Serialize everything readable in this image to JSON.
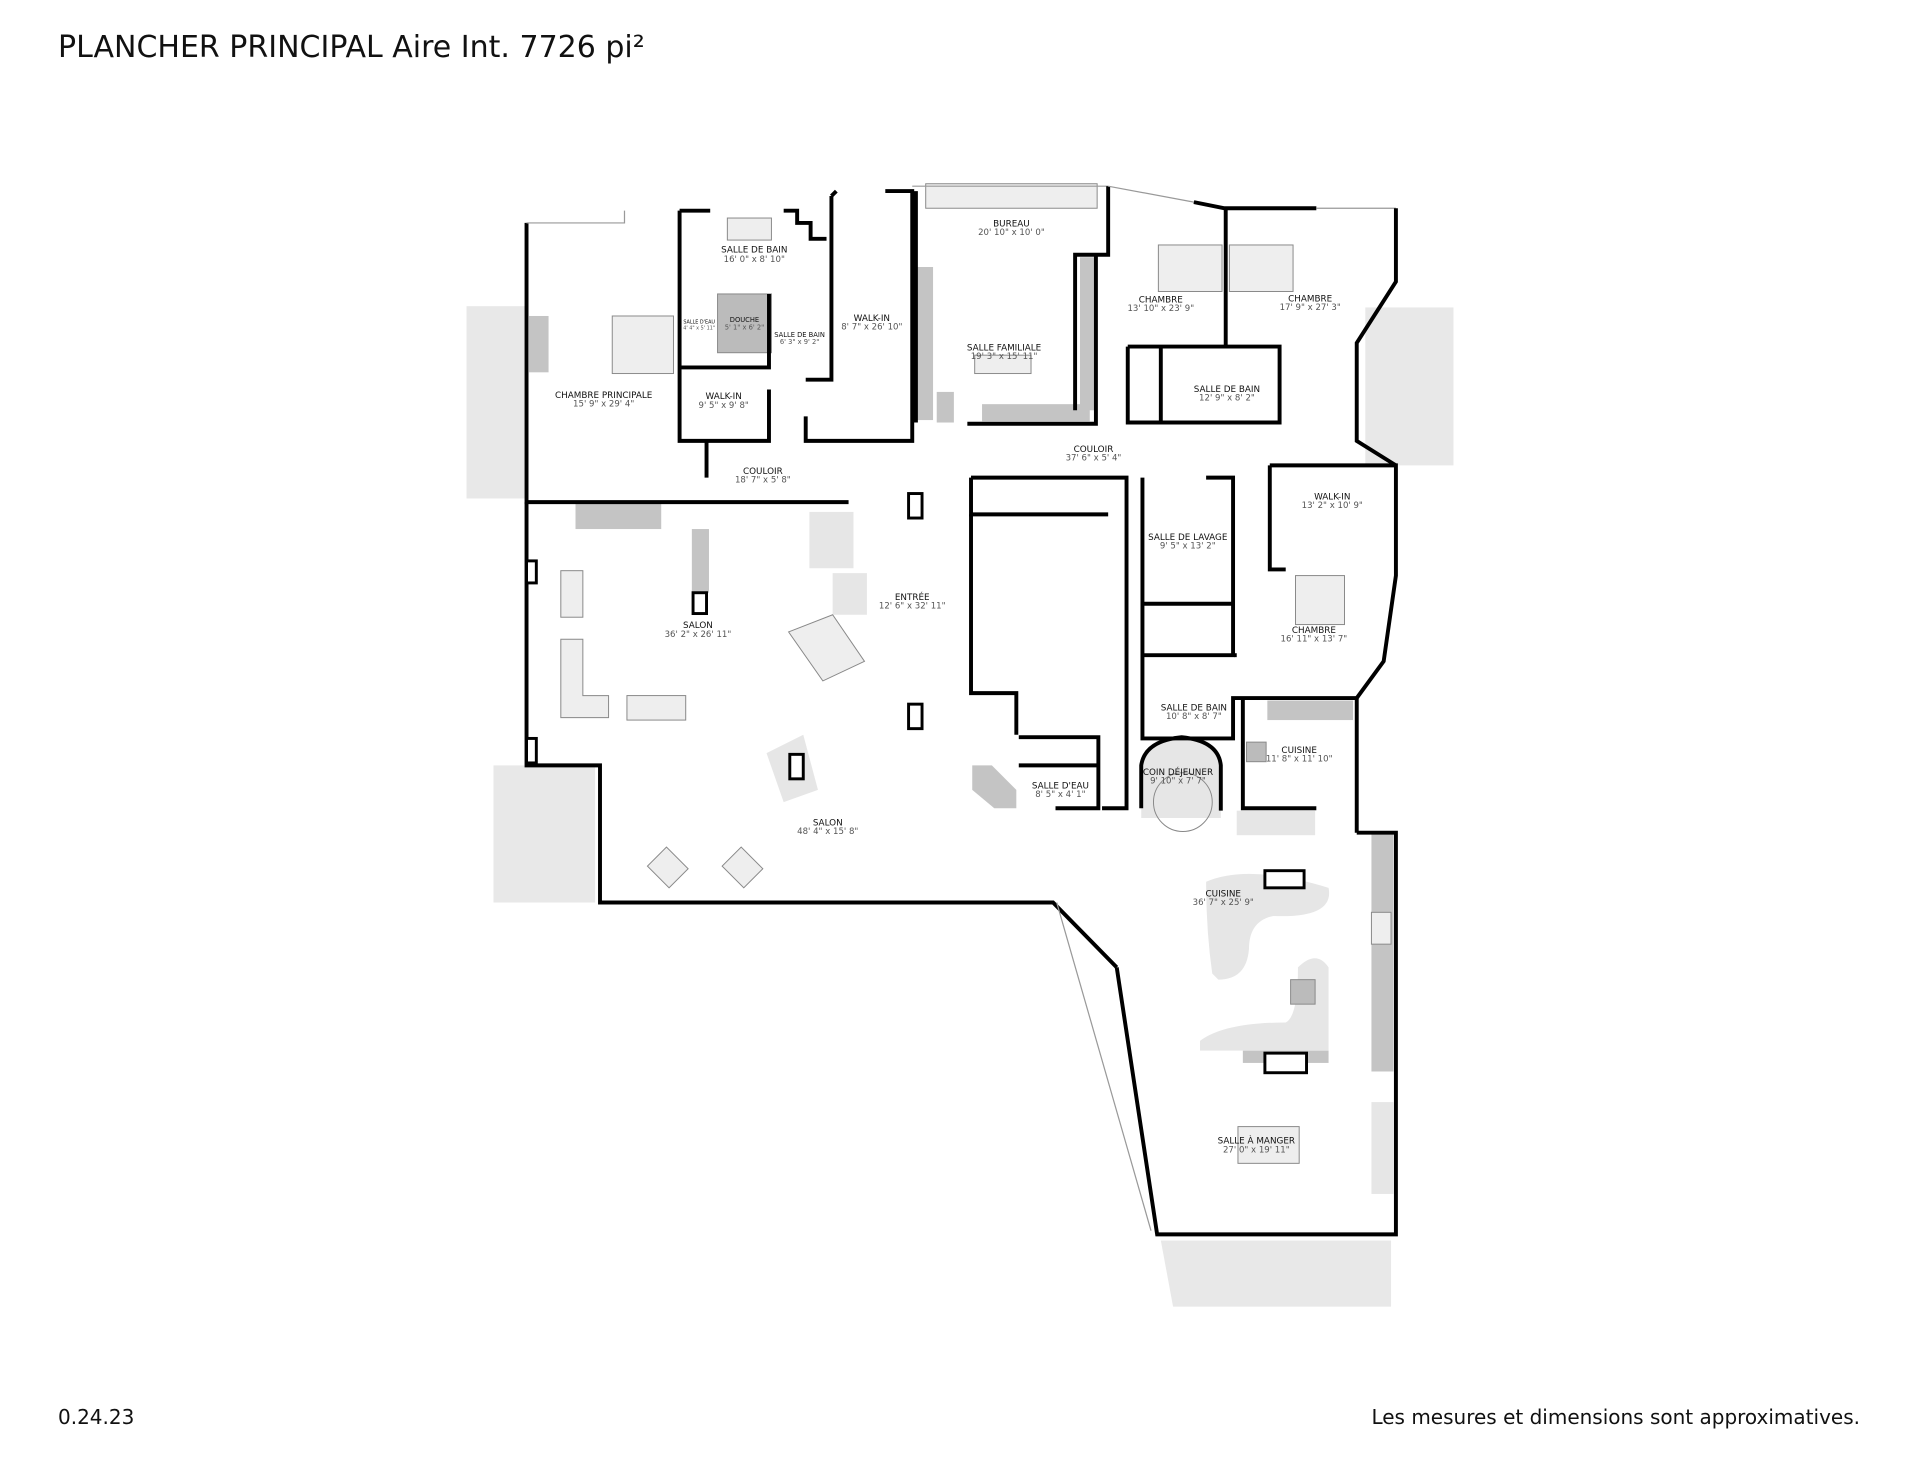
{
  "header": {
    "title": "PLANCHER PRINCIPAL Aire Int. 7726 pi²"
  },
  "footer": {
    "version": "0.24.23",
    "disclaimer": "Les mesures et dimensions sont approximatives."
  },
  "rooms": [
    {
      "name": "SALLE DE BAIN",
      "dims": "16' 0\" x 8' 10\""
    },
    {
      "name": "SALLE D'EAU",
      "dims": "4' 4\" x 5' 11\""
    },
    {
      "name": "DOUCHE",
      "dims": "5' 1\" x 6' 2\""
    },
    {
      "name": "SALLE DE BAIN",
      "dims": "6' 3\" x 9' 2\""
    },
    {
      "name": "WALK-IN",
      "dims": "8' 7\" x 26' 10\""
    },
    {
      "name": "CHAMBRE PRINCIPALE",
      "dims": "15' 9\" x 29' 4\""
    },
    {
      "name": "WALK-IN",
      "dims": "9' 5\" x 9' 8\""
    },
    {
      "name": "COULOIR",
      "dims": "18' 7\" x 5' 8\""
    },
    {
      "name": "BUREAU",
      "dims": "20' 10\" x 10' 0\""
    },
    {
      "name": "SALLE FAMILIALE",
      "dims": "19' 3\" x 15' 11\""
    },
    {
      "name": "CHAMBRE",
      "dims": "13' 10\" x 23' 9\""
    },
    {
      "name": "CHAMBRE",
      "dims": "17' 9\" x 27' 3\""
    },
    {
      "name": "SALLE DE BAIN",
      "dims": "12' 9\" x 8' 2\""
    },
    {
      "name": "COULOIR",
      "dims": "37' 6\" x 5' 4\""
    },
    {
      "name": "WALK-IN",
      "dims": "13' 2\" x 10' 9\""
    },
    {
      "name": "SALLE DE LAVAGE",
      "dims": "9' 5\" x 13' 2\""
    },
    {
      "name": "CHAMBRE",
      "dims": "16' 11\" x 13' 7\""
    },
    {
      "name": "ENTRÉE",
      "dims": "12' 6\" x 32' 11\""
    },
    {
      "name": "SALON",
      "dims": "36' 2\" x 26' 11\""
    },
    {
      "name": "SALLE DE BAIN",
      "dims": "10' 8\" x 8' 7\""
    },
    {
      "name": "CUISINE",
      "dims": "11' 8\" x 11' 10\""
    },
    {
      "name": "COIN DÉJEUNER",
      "dims": "9' 10\" x 7' 7\""
    },
    {
      "name": "SALLE D'EAU",
      "dims": "8' 5\" x 4' 1\""
    },
    {
      "name": "SALON",
      "dims": "48' 4\" x 15' 8\""
    },
    {
      "name": "CUISINE",
      "dims": "36' 7\" x 25' 9\""
    },
    {
      "name": "SALLE À MANGER",
      "dims": "27' 0\" x 19' 11\""
    }
  ]
}
